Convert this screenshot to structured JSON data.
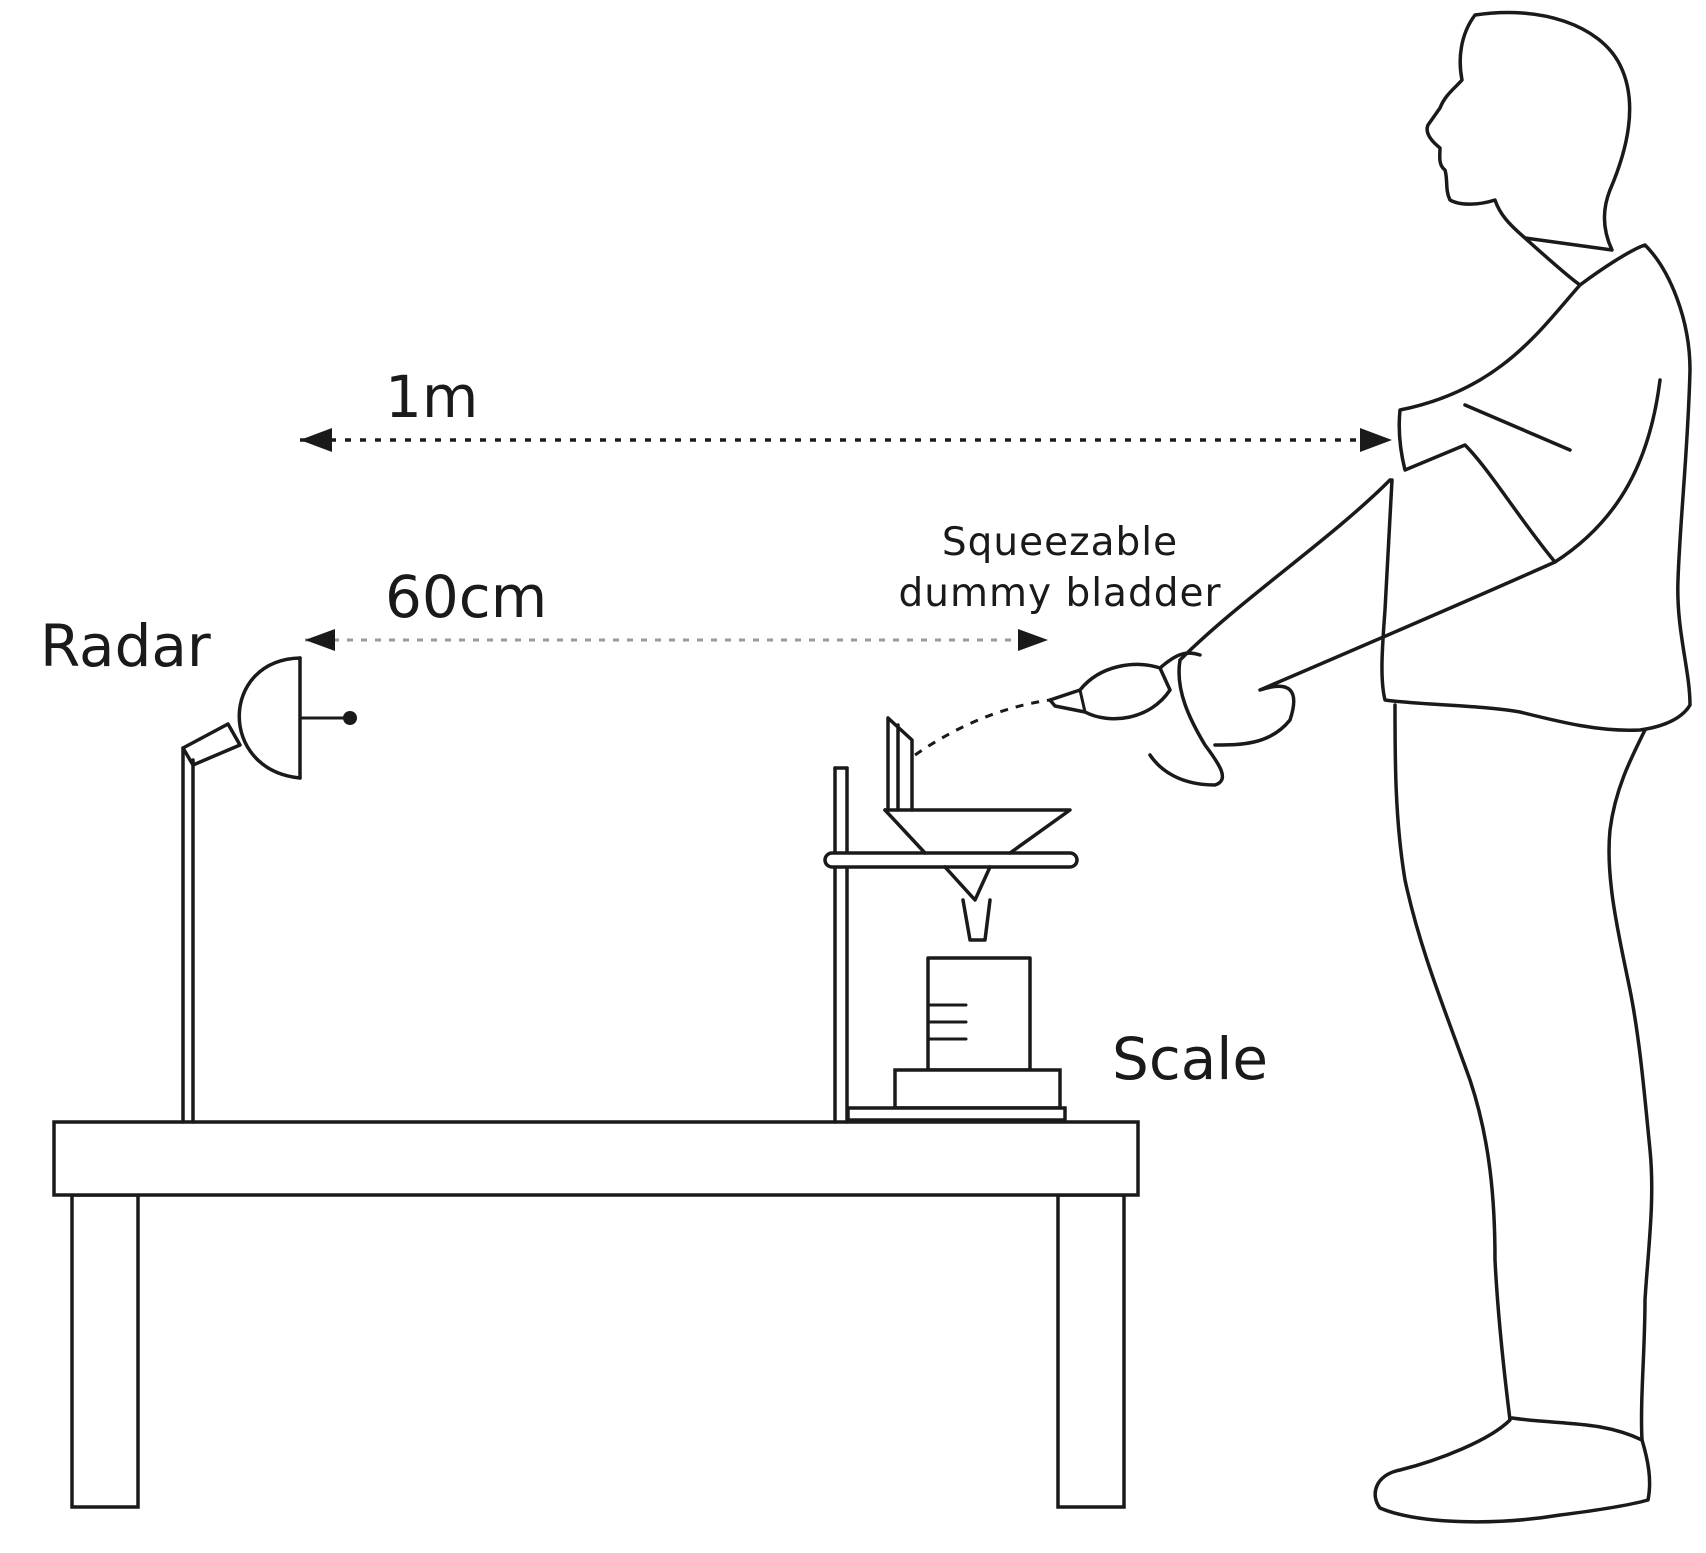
{
  "labels": {
    "distance_far": "1m",
    "distance_near": "60cm",
    "radar": "Radar",
    "bladder_line1": "Squeezable",
    "bladder_line2": "dummy bladder",
    "scale": "Scale"
  },
  "colors": {
    "ink": "#1a1a1a",
    "dashed_far": "#1a1a1a",
    "dashed_near": "#9a9a9a",
    "background": "#ffffff"
  }
}
